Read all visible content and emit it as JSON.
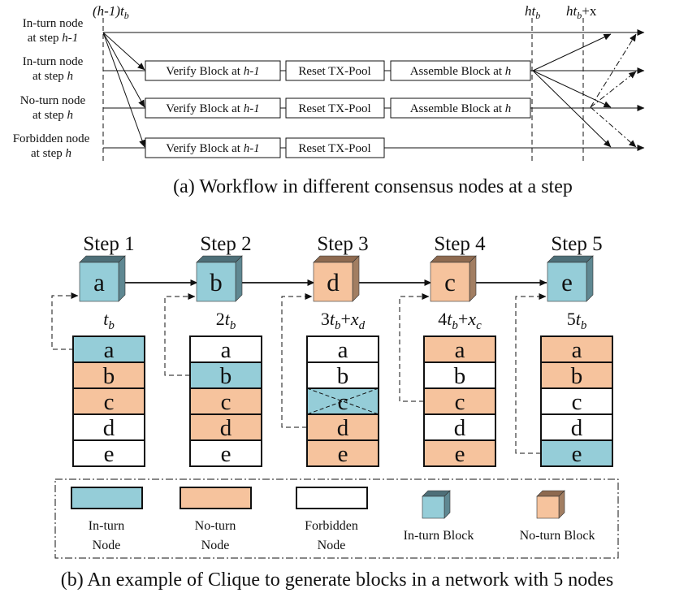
{
  "colors": {
    "in_turn": "#95CDD8",
    "no_turn": "#F6C39D",
    "forbidden": "#FFFFFF",
    "in_turn_cube_top": "#4E6F78",
    "in_turn_cube_side": "#5F8892",
    "no_turn_cube_top": "#8E6A50",
    "no_turn_cube_side": "#A27E62",
    "line": "#111111"
  },
  "part_a": {
    "caption": "(a) Workflow in different consensus nodes at a step",
    "time_labels": {
      "start": {
        "main": "(h-1)t",
        "sub": "b"
      },
      "ht": {
        "main": "ht",
        "sub": "b"
      },
      "htx": {
        "main": "ht",
        "sub": "b",
        "suffix": "+x"
      }
    },
    "rows": [
      {
        "line1": "In-turn node",
        "line2_prefix": "at step ",
        "line2_var": "h-1",
        "boxes": []
      },
      {
        "line1": "In-turn node",
        "line2_prefix": "at step ",
        "line2_var": "h",
        "boxes": [
          {
            "text": "Verify Block at ",
            "var": "h-1"
          },
          {
            "text": "Reset TX-Pool",
            "var": ""
          },
          {
            "text": "Assemble Block at ",
            "var": "h"
          }
        ]
      },
      {
        "line1": "No-turn node",
        "line2_prefix": "at step ",
        "line2_var": "h",
        "boxes": [
          {
            "text": "Verify Block at ",
            "var": "h-1"
          },
          {
            "text": "Reset TX-Pool",
            "var": ""
          },
          {
            "text": "Assemble Block at ",
            "var": "h"
          }
        ]
      },
      {
        "line1": "Forbidden node",
        "line2_prefix": "at step ",
        "line2_var": "h",
        "boxes": [
          {
            "text": "Verify Block at ",
            "var": "h-1"
          },
          {
            "text": "Reset TX-Pool",
            "var": ""
          }
        ]
      }
    ]
  },
  "part_b": {
    "caption": "(b) An example of Clique to generate blocks in a network with 5 nodes",
    "steps": [
      {
        "label": "Step 1",
        "block": "a",
        "block_type": "in_turn",
        "time": {
          "pre": "",
          "var": "t",
          "sub": "b",
          "extra": "",
          "xvar": "",
          "xsub": ""
        },
        "cells": [
          {
            "letter": "a",
            "type": "in_turn"
          },
          {
            "letter": "b",
            "type": "no_turn"
          },
          {
            "letter": "c",
            "type": "no_turn"
          },
          {
            "letter": "d",
            "type": "forbidden"
          },
          {
            "letter": "e",
            "type": "forbidden"
          }
        ],
        "crossed": -1
      },
      {
        "label": "Step 2",
        "block": "b",
        "block_type": "in_turn",
        "time": {
          "pre": "2",
          "var": "t",
          "sub": "b",
          "extra": "",
          "xvar": "",
          "xsub": ""
        },
        "cells": [
          {
            "letter": "a",
            "type": "forbidden"
          },
          {
            "letter": "b",
            "type": "in_turn"
          },
          {
            "letter": "c",
            "type": "no_turn"
          },
          {
            "letter": "d",
            "type": "no_turn"
          },
          {
            "letter": "e",
            "type": "forbidden"
          }
        ],
        "crossed": -1
      },
      {
        "label": "Step 3",
        "block": "d",
        "block_type": "no_turn",
        "time": {
          "pre": "3",
          "var": "t",
          "sub": "b",
          "extra": "+",
          "xvar": "x",
          "xsub": "d"
        },
        "cells": [
          {
            "letter": "a",
            "type": "forbidden"
          },
          {
            "letter": "b",
            "type": "forbidden"
          },
          {
            "letter": "c",
            "type": "in_turn"
          },
          {
            "letter": "d",
            "type": "no_turn"
          },
          {
            "letter": "e",
            "type": "no_turn"
          }
        ],
        "crossed": 2
      },
      {
        "label": "Step 4",
        "block": "c",
        "block_type": "no_turn",
        "time": {
          "pre": "4",
          "var": "t",
          "sub": "b",
          "extra": "+",
          "xvar": "x",
          "xsub": "c"
        },
        "cells": [
          {
            "letter": "a",
            "type": "no_turn"
          },
          {
            "letter": "b",
            "type": "forbidden"
          },
          {
            "letter": "c",
            "type": "no_turn"
          },
          {
            "letter": "d",
            "type": "forbidden"
          },
          {
            "letter": "e",
            "type": "no_turn"
          }
        ],
        "crossed": -1
      },
      {
        "label": "Step 5",
        "block": "e",
        "block_type": "in_turn",
        "time": {
          "pre": "5",
          "var": "t",
          "sub": "b",
          "extra": "",
          "xvar": "",
          "xsub": ""
        },
        "cells": [
          {
            "letter": "a",
            "type": "no_turn"
          },
          {
            "letter": "b",
            "type": "no_turn"
          },
          {
            "letter": "c",
            "type": "forbidden"
          },
          {
            "letter": "d",
            "type": "forbidden"
          },
          {
            "letter": "e",
            "type": "in_turn"
          }
        ],
        "crossed": -1
      }
    ],
    "legend": [
      {
        "kind": "rect",
        "type": "in_turn",
        "line1": "In-turn",
        "line2": "Node"
      },
      {
        "kind": "rect",
        "type": "no_turn",
        "line1": "No-turn",
        "line2": "Node"
      },
      {
        "kind": "rect",
        "type": "forbidden",
        "line1": "Forbidden",
        "line2": "Node"
      },
      {
        "kind": "cube",
        "type": "in_turn",
        "line1": "In-turn Block",
        "line2": ""
      },
      {
        "kind": "cube",
        "type": "no_turn",
        "line1": "No-turn Block",
        "line2": ""
      }
    ]
  }
}
